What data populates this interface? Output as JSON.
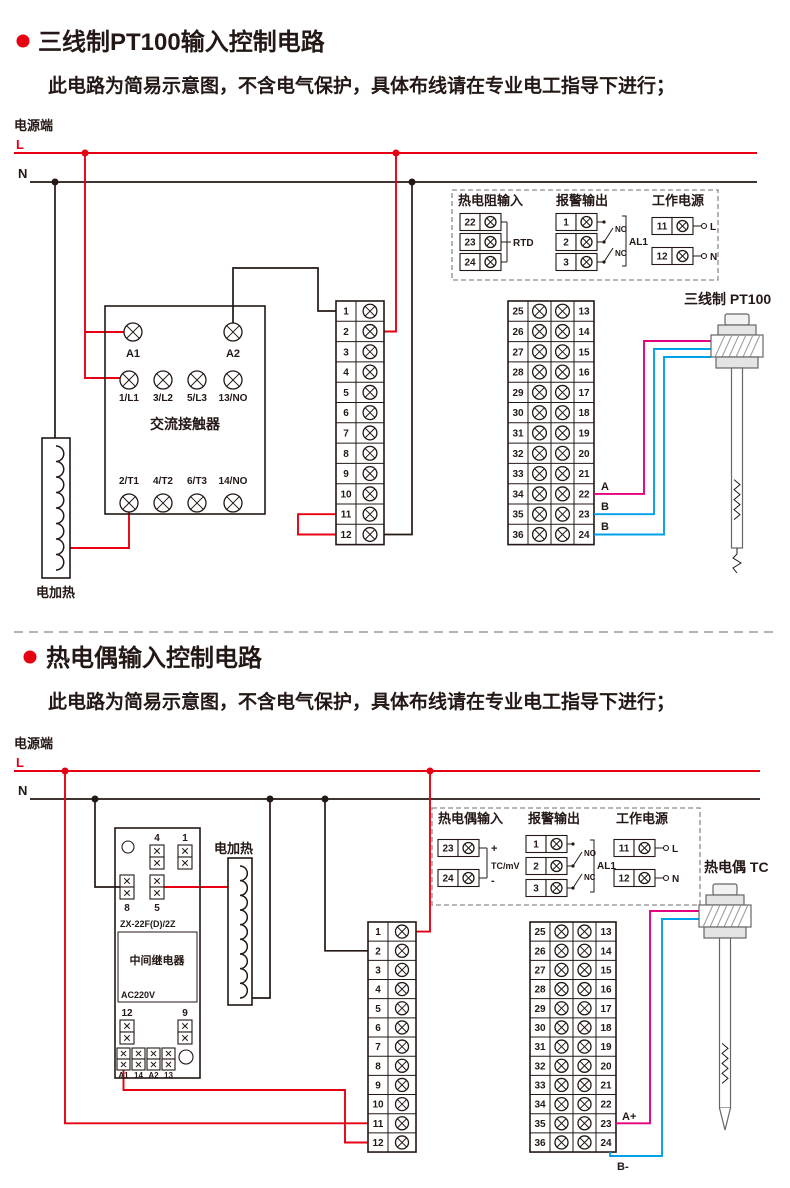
{
  "colors": {
    "red": "#e60012",
    "black": "#231815",
    "magenta": "#e4007f",
    "cyan": "#00a0e9"
  },
  "section1": {
    "title": "三线制PT100输入控制电路",
    "subtitle": "此电路为简易示意图，不含电气保护，具体布线请在专业电工指导下进行；",
    "power_label": "电源端",
    "l_label": "L",
    "n_label": "N",
    "contactor": {
      "name": "交流接触器",
      "coil_terms": [
        "A1",
        "A2"
      ],
      "top_terms": [
        "1/L1",
        "3/L2",
        "5/L3",
        "13/NO"
      ],
      "bottom_terms": [
        "2/T1",
        "4/T2",
        "6/T3",
        "14/NO"
      ]
    },
    "heater_label": "电加热",
    "strip_left_numbers": [
      "1",
      "2",
      "3",
      "4",
      "5",
      "6",
      "7",
      "8",
      "9",
      "10",
      "11",
      "12"
    ],
    "strip_right_numbers_left": [
      "25",
      "26",
      "27",
      "28",
      "29",
      "30",
      "31",
      "32",
      "33",
      "34",
      "35",
      "36"
    ],
    "strip_right_numbers_right": [
      "13",
      "14",
      "15",
      "16",
      "17",
      "18",
      "19",
      "20",
      "21",
      "22",
      "23",
      "24"
    ],
    "io_box": {
      "rtd_title": "热电阻输入",
      "rtd_terms": [
        "22",
        "23",
        "24"
      ],
      "rtd_label": "RTD",
      "alarm_title": "报警输出",
      "alarm_terms": [
        "1",
        "2",
        "3"
      ],
      "alarm_no": "NO",
      "alarm_nc": "NC",
      "alarm_label": "AL1",
      "power_title": "工作电源",
      "power_terms": [
        "11",
        "12"
      ],
      "power_l": "L",
      "power_n": "N"
    },
    "sensor_label": "三线制 PT100",
    "wire_labels": [
      "A",
      "B",
      "B"
    ]
  },
  "section2": {
    "title": "热电偶输入控制电路",
    "subtitle": "此电路为简易示意图，不含电气保护，具体布线请在专业电工指导下进行；",
    "power_label": "电源端",
    "l_label": "L",
    "n_label": "N",
    "relay": {
      "model": "ZX-22F(D)/2Z",
      "name": "中间继电器",
      "voltage": "AC220V",
      "top_terms": [
        "4",
        "1"
      ],
      "mid_terms": [
        "8",
        "5"
      ],
      "lower_terms": [
        "12",
        "9"
      ],
      "bottom_terms": [
        "A1",
        "14",
        "A2",
        "13"
      ]
    },
    "heater_label": "电加热",
    "strip_left_numbers": [
      "1",
      "2",
      "3",
      "4",
      "5",
      "6",
      "7",
      "8",
      "9",
      "10",
      "11",
      "12"
    ],
    "strip_right_numbers_left": [
      "25",
      "26",
      "27",
      "28",
      "29",
      "30",
      "31",
      "32",
      "33",
      "34",
      "35",
      "36"
    ],
    "strip_right_numbers_right": [
      "13",
      "14",
      "15",
      "16",
      "17",
      "18",
      "19",
      "20",
      "21",
      "22",
      "23",
      "24"
    ],
    "io_box": {
      "tc_title": "热电偶输入",
      "tc_terms": [
        "23",
        "24"
      ],
      "tc_label": "TC/mV",
      "tc_plus": "+",
      "tc_minus": "-",
      "alarm_title": "报警输出",
      "alarm_terms": [
        "1",
        "2",
        "3"
      ],
      "alarm_no": "NO",
      "alarm_nc": "NC",
      "alarm_label": "AL1",
      "power_title": "工作电源",
      "power_terms": [
        "11",
        "12"
      ],
      "power_l": "L",
      "power_n": "N"
    },
    "sensor_label": "热电偶 TC",
    "wire_labels": [
      "A+",
      "B-"
    ]
  }
}
